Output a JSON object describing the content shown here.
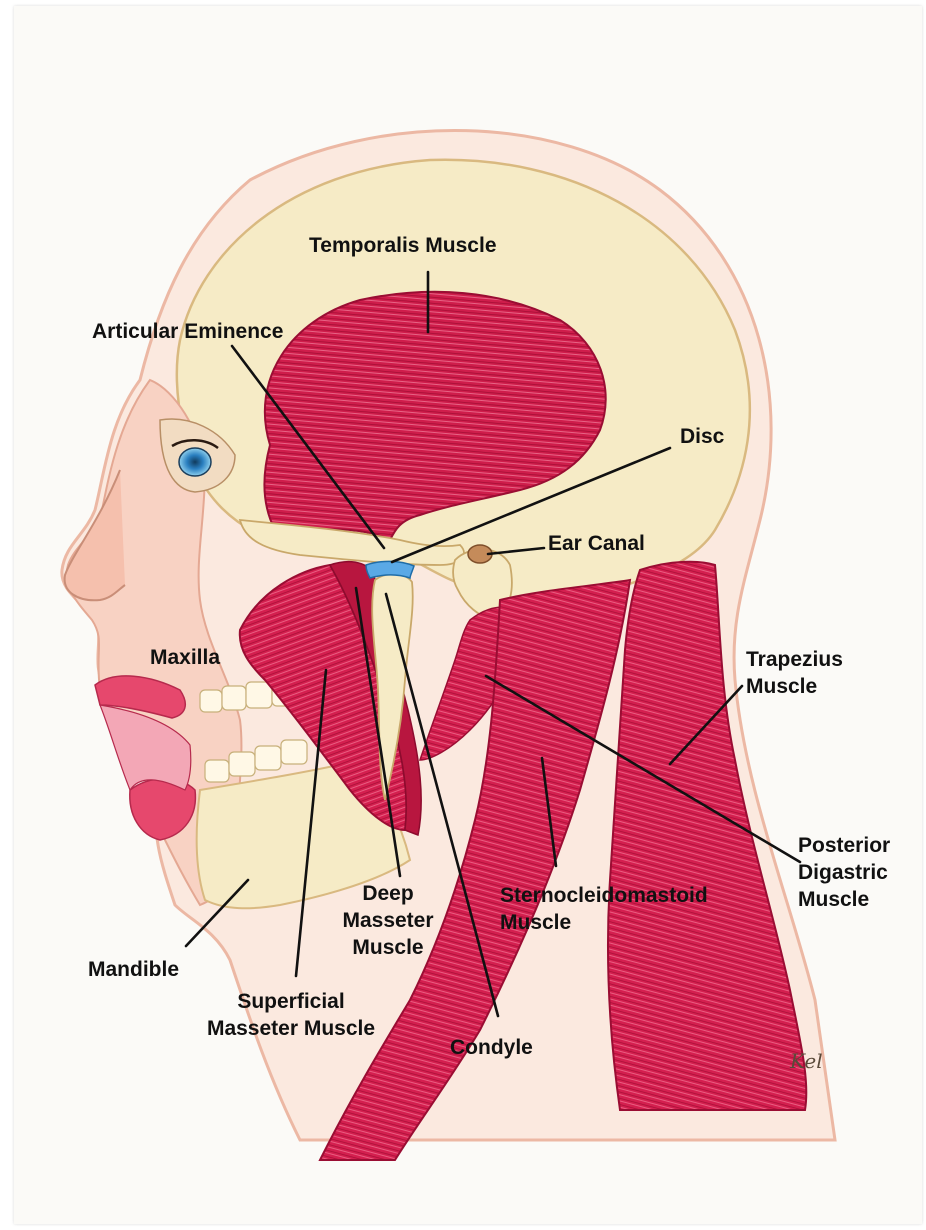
{
  "labels": {
    "temporalis": "Temporalis Muscle",
    "articular_eminence": "Articular Eminence",
    "disc": "Disc",
    "ear_canal": "Ear Canal",
    "maxilla": "Maxilla",
    "trapezius_1": "Trapezius",
    "trapezius_2": "Muscle",
    "posterior_digastric_1": "Posterior",
    "posterior_digastric_2": "Digastric",
    "posterior_digastric_3": "Muscle",
    "deep_masseter_1": "Deep",
    "deep_masseter_2": "Masseter",
    "deep_masseter_3": "Muscle",
    "sternocleidomastoid_1": "Sternocleidomastoid",
    "sternocleidomastoid_2": "Muscle",
    "mandible": "Mandible",
    "superficial_masseter_1": "Superficial",
    "superficial_masseter_2": "Masseter Muscle",
    "condyle": "Condyle"
  },
  "signature": "Kel",
  "colors": {
    "muscle": "#d41f4f",
    "muscle_dark": "#a80f37",
    "bone": "#f4e7bf",
    "skin": "#f5c8b8",
    "disc": "#5aa9e6",
    "leader": "#111111"
  }
}
